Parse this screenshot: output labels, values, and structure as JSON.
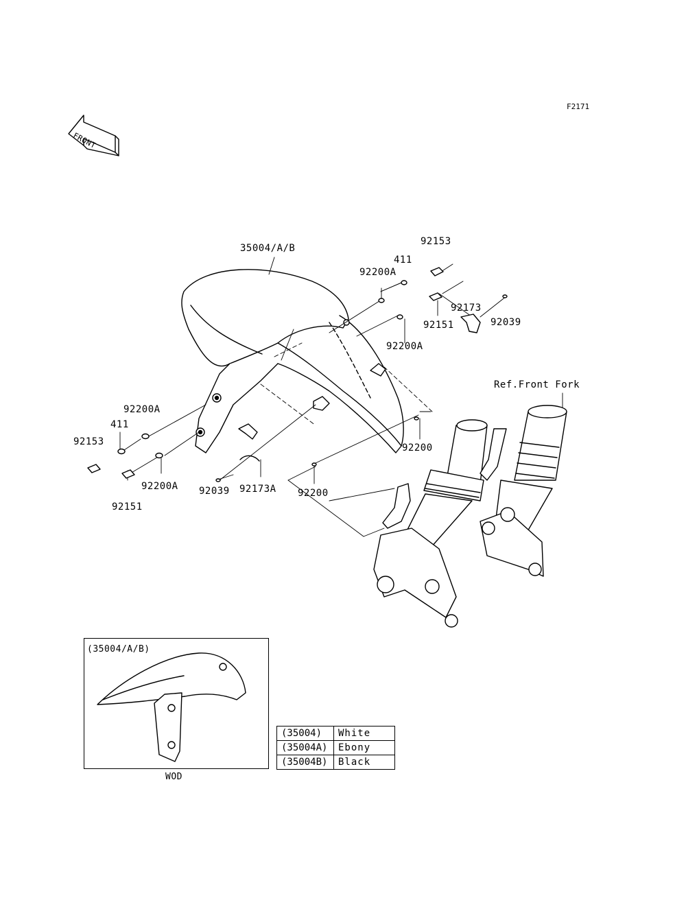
{
  "figure_code": "F2171",
  "front_arrow_text": "FRONT",
  "reference_label": "Ref.Front Fork",
  "callouts": {
    "fender_main": "35004/A/B",
    "bolt_top": "92153",
    "grommet_top": "411",
    "washer_top": "92200A",
    "bolt_top_b": "92151",
    "bracket_right": "92173",
    "screw_right": "92039",
    "washer_mid": "92200A",
    "nut_right": "92200",
    "washer_left": "92200A",
    "grommet_left": "411",
    "bolt_left": "92153",
    "washer_left_b": "92200A",
    "bolt_left_b": "92151",
    "screw_left": "92039",
    "bracket_left": "92173A",
    "nut_left": "92200"
  },
  "inset": {
    "title": "(35004/A/B)",
    "caption": "WOD"
  },
  "variants": [
    {
      "code": "(35004)",
      "color": "White"
    },
    {
      "code": "(35004A)",
      "color": "Ebony"
    },
    {
      "code": "(35004B)",
      "color": "Black"
    }
  ]
}
